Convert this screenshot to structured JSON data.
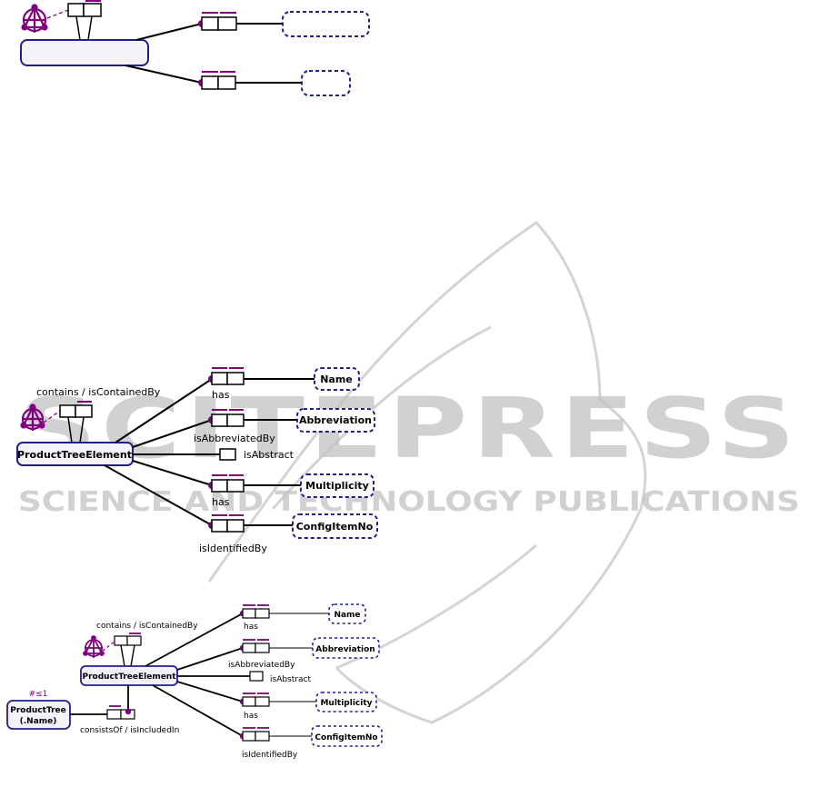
{
  "colors": {
    "entity_stroke": "#1f1f8f",
    "entity_fill": "#f2f2f7",
    "constraint": "#800080",
    "line": "#000000",
    "watermark": "#b9b9b9"
  },
  "watermark": {
    "brand": "SCITEPRESS",
    "tagline": "SCIENCE AND TECHNOLOGY PUBLICATIONS"
  },
  "diagram_top": {
    "entity_label": "",
    "value_type_1": "",
    "value_type_2": ""
  },
  "diagram_middle": {
    "subtype_icon": "subtype-constraint-icon",
    "ring_reading": "contains / isContainedBy",
    "entity": "ProductTreeElement",
    "name_reading": "has",
    "name_value": "Name",
    "abbrev_reading": "isAbbreviatedBy",
    "abbrev_value": "Abbreviation",
    "abstract_reading": "isAbstract",
    "mult_reading": "has",
    "mult_value": "Multiplicity",
    "config_reading": "isIdentifiedBy",
    "config_value": "ConfigItemNo"
  },
  "diagram_bottom": {
    "subtype_icon": "subtype-constraint-icon",
    "ring_reading": "contains / isContainedBy",
    "entity": "ProductTreeElement",
    "name_reading": "has",
    "name_value": "Name",
    "abbrev_reading": "isAbbreviatedBy",
    "abbrev_value": "Abbreviation",
    "abstract_reading": "isAbstract",
    "mult_reading": "has",
    "mult_value": "Multiplicity",
    "config_reading": "isIdentifiedBy",
    "config_value": "ConfigItemNo",
    "product_tree_line1": "ProductTree",
    "product_tree_line2": "(.Name)",
    "cardinality": "#≤1",
    "consists_reading": "consistsOf / isIncludedIn"
  }
}
